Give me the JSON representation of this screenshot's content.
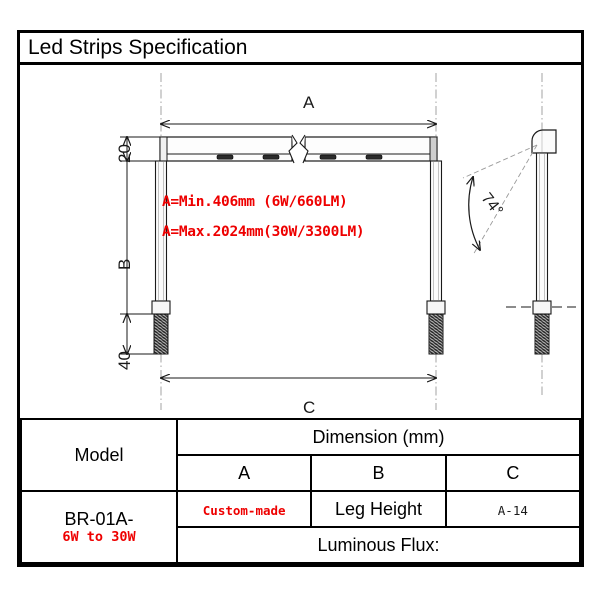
{
  "title": "Led Strips Specification",
  "drawing": {
    "dimension_labels": {
      "a": "A",
      "b": "B",
      "c": "C",
      "strip_height": "20",
      "thread_length": "40"
    },
    "beam_angle": "74°",
    "notes": {
      "min": "A=Min.406mm (6W/660LM)",
      "max": "A=Max.2024mm(30W/3300LM)"
    },
    "colors": {
      "annotation_red": "#ee0000",
      "line_black": "#1a1a1a",
      "body_fill": "#fdfdfd",
      "thread_dark": "#333333"
    }
  },
  "table": {
    "model_header": "Model",
    "dimension_header": "Dimension (mm)",
    "columns": [
      "A",
      "B",
      "C"
    ],
    "model_value": "BR-01A-",
    "model_power": "6W to 30W",
    "values": {
      "a": "Custom-made",
      "b": "Leg Height",
      "c": "A-14"
    },
    "flux_label": "Luminous Flux:"
  }
}
